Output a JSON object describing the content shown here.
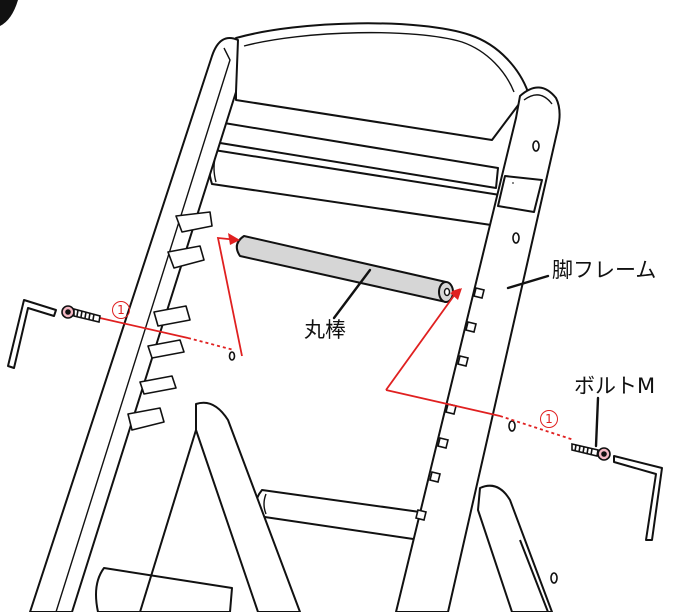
{
  "labels": {
    "leg_frame": "脚フレーム",
    "round_bar": "丸棒",
    "bolt": "ボルトM"
  },
  "steps": {
    "left": "1",
    "right": "1"
  },
  "colors": {
    "line": "#111111",
    "accent": "#e02020",
    "rod_fill": "#d6d6d6",
    "bolt_head": "#f4b8c4",
    "paper": "#ffffff"
  }
}
